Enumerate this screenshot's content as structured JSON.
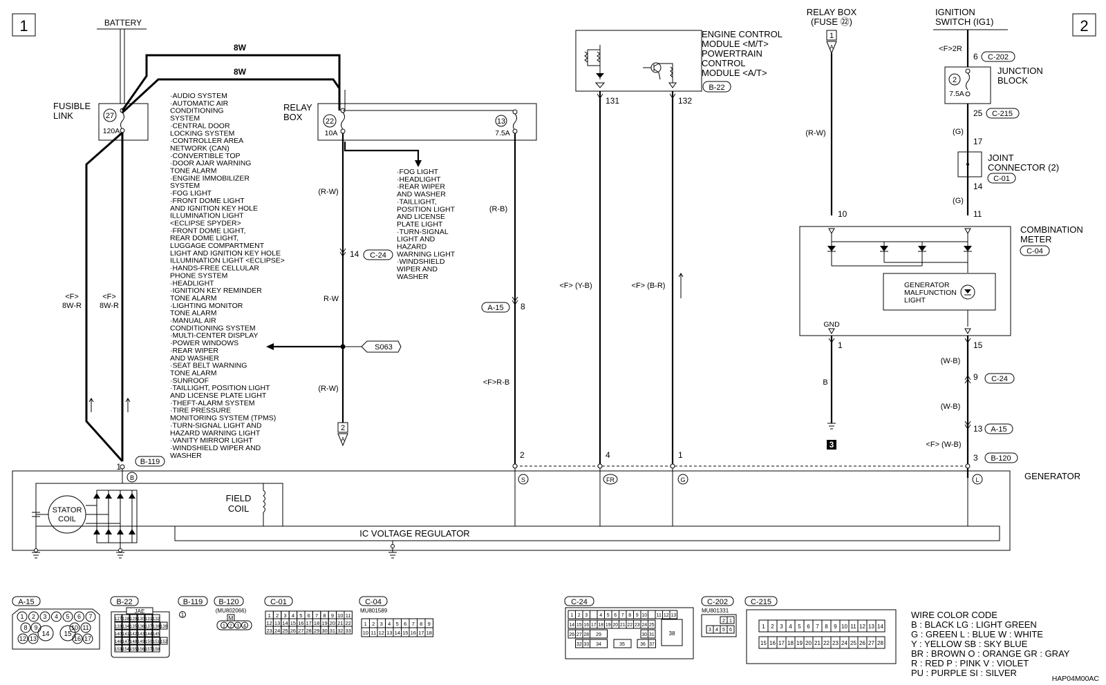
{
  "page": {
    "section_1": "1",
    "section_2": "2",
    "section_3": "3",
    "drawing_code": "HAP04M00AC"
  },
  "battery": {
    "label": "BATTERY"
  },
  "fusible_link": {
    "label_line1": "FUSIBLE",
    "label_line2": "LINK",
    "number": "27",
    "rating": "120A"
  },
  "top_wires": {
    "wire_a": "8W",
    "wire_b": "8W"
  },
  "left_wires": {
    "f_1": "<F>",
    "size_1": "8W-R",
    "f_2": "<F>",
    "size_2": "8W-R"
  },
  "battery_loads": [
    "·AUDIO SYSTEM",
    "·AUTOMATIC AIR",
    " CONDITIONING",
    " SYSTEM",
    "·CENTRAL DOOR",
    " LOCKING SYSTEM",
    "·CONTROLLER AREA",
    " NETWORK (CAN)",
    "·CONVERTIBLE TOP",
    "·DOOR AJAR WARNING",
    " TONE ALARM",
    "·ENGINE IMMOBILIZER",
    " SYSTEM",
    "·FOG LIGHT",
    "·FRONT DOME LIGHT",
    " AND IGNITION KEY HOLE",
    " ILLUMINATION LIGHT",
    " <ECLIPSE SPYDER>",
    "·FRONT DOME LIGHT,",
    " REAR DOME LIGHT,",
    " LUGGAGE COMPARTMENT",
    " LIGHT AND IGNITION KEY HOLE",
    " ILLUMINATION LIGHT <ECLIPSE>",
    "·HANDS-FREE CELLULAR",
    " PHONE SYSTEM",
    "·HEADLIGHT",
    "·IGNITION KEY REMINDER",
    " TONE ALARM",
    "·LIGHTING MONITOR",
    " TONE ALARM",
    "·MANUAL AIR",
    " CONDITIONING SYSTEM",
    "·MULTI-CENTER DISPLAY",
    "·POWER WINDOWS",
    "·REAR WIPER",
    " AND WASHER",
    "·SEAT BELT WARNING",
    " TONE ALARM",
    "·SUNROOF",
    "·TAILLIGHT, POSITION LIGHT",
    " AND LICENSE PLATE LIGHT",
    "·THEFT-ALARM SYSTEM",
    "·TIRE PRESSURE",
    " MONITORING SYSTEM (TPMS)",
    "·TURN-SIGNAL LIGHT AND",
    " HAZARD WARNING LIGHT",
    "·VANITY MIRROR LIGHT",
    "·WINDSHIELD WIPER AND",
    " WASHER"
  ],
  "relay_box": {
    "label_line1": "RELAY",
    "label_line2": "BOX",
    "fuse_a_number": "22",
    "fuse_a_rating": "10A",
    "fuse_b_number": "13",
    "fuse_b_rating": "7.5A"
  },
  "relay_loads": [
    "·FOG LIGHT",
    "·HEADLIGHT",
    "·REAR WIPER",
    " AND WASHER",
    "·TAILLIGHT,",
    " POSITION LIGHT",
    " AND LICENSE",
    " PLATE LIGHT",
    "·TURN-SIGNAL",
    " LIGHT AND",
    " HAZARD",
    " WARNING LIGHT",
    "·WINDSHIELD",
    " WIPER AND",
    " WASHER"
  ],
  "mid_wires": {
    "rw_1": "(R-W)",
    "pin_14": "14",
    "conn_c24": "C-24",
    "rw_2": "R-W",
    "rw_3": "(R-W)",
    "splice": "S063",
    "rb_1": "(R-B)",
    "conn_a15": "A-15",
    "pin_8": "8",
    "frb": "<F>R-B",
    "to_2": "2",
    "to_a": "A"
  },
  "ecm": {
    "line1": "ENGINE CONTROL",
    "line2": "MODULE <M/T>",
    "line3": "POWERTRAIN",
    "line4": "CONTROL",
    "line5": "MODULE <A/T>",
    "connector": "B-22",
    "pin_131": "131",
    "pin_132": "132",
    "wire_yb": "<F> (Y-B)",
    "wire_br": "<F> (B-R)"
  },
  "relay_box_top": {
    "line1": "RELAY BOX",
    "line2": "(FUSE ㉒)",
    "num": "1",
    "arrow": "A",
    "wire": "(R-W)",
    "pin_10": "10"
  },
  "ignition": {
    "line1": "IGNITION",
    "line2": "SWITCH (IG1)",
    "f2r": "<F>2R",
    "pin_6": "6",
    "conn_c202": "C-202",
    "fuse_number": "2",
    "fuse_rating": "7.5A",
    "jb_line1": "JUNCTION",
    "jb_line2": "BLOCK",
    "pin_25": "25",
    "conn_c215": "C-215",
    "wire_g1": "(G)",
    "pin_17": "17",
    "jc_line1": "JOINT",
    "jc_line2": "CONNECTOR (2)",
    "conn_c01": "C-01",
    "pin_14": "14",
    "wire_g2": "(G)",
    "pin_11": "11"
  },
  "combination_meter": {
    "line1": "COMBINATION",
    "line2": "METER",
    "connector": "C-04",
    "lamp_line1": "GENERATOR",
    "lamp_line2": "MALFUNCTION",
    "lamp_line3": "LIGHT",
    "gnd": "GND",
    "pin_1": "1",
    "wire_b": "B",
    "pin_15": "15",
    "wire_wb1": "(W-B)",
    "pin_9": "9",
    "conn_c24": "C-24",
    "wire_wb2": "(W-B)",
    "pin_13": "13",
    "conn_a15": "A-15",
    "wire_fwb": "<F> (W-B)",
    "pin_3": "3",
    "conn_b120": "B-120"
  },
  "generator": {
    "label": "GENERATOR",
    "pin_b_num": "1",
    "pin_b_conn": "B-119",
    "term_b": "B",
    "term_s": "S",
    "term_fr": "FR",
    "term_g": "G",
    "term_l": "L",
    "pin_2": "2",
    "pin_4": "4",
    "pin_1": "1",
    "stator_1": "STATOR",
    "stator_2": "COIL",
    "field_1": "FIELD",
    "field_2": "COIL",
    "regulator": "IC VOLTAGE REGULATOR"
  },
  "connectors": {
    "a15": {
      "name": "A-15"
    },
    "b22": {
      "name": "B-22",
      "maker": "JAE"
    },
    "b119": {
      "name": "B-119",
      "pin": "1"
    },
    "b120": {
      "name": "B-120",
      "part": "(MU802066)",
      "key": "M"
    },
    "c01": {
      "name": "C-01"
    },
    "c04": {
      "name": "C-04",
      "part": "MU801589"
    },
    "c24": {
      "name": "C-24"
    },
    "c202": {
      "name": "C-202",
      "part": "MU801331"
    },
    "c215": {
      "name": "C-215"
    }
  },
  "wire_color_code": [
    "WIRE COLOR CODE",
    "B : BLACK    LG : LIGHT GREEN",
    "G : GREEN    L : BLUE    W : WHITE",
    "Y : YELLOW    SB : SKY BLUE",
    "BR : BROWN    O : ORANGE    GR : GRAY",
    "R : RED    P : PINK    V : VIOLET",
    "PU : PURPLE    SI : SILVER"
  ]
}
